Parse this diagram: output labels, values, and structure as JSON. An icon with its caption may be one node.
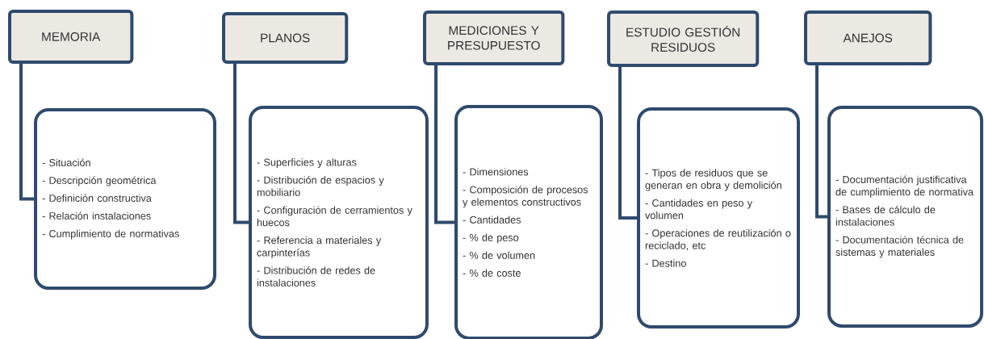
{
  "diagram": {
    "nodes": [
      {
        "text": [
          "MEMORIA"
        ]
      },
      {
        "text": [
          "- Situación",
          "- Descripción geométrica",
          "- Definición constructiva",
          "- Relación instalaciones",
          "- Cumplimiento de normativas"
        ]
      },
      {
        "text": [
          "PLANOS"
        ]
      },
      {
        "text": [
          "- Superficies y alturas",
          "- Distribución de espacios y mobiliario",
          "- Configuración de cerramientos y huecos",
          "- Referencia a materiales y carpinterías",
          "- Distribución de redes de instalaciones"
        ]
      },
      {
        "text": [
          "MEDICIONES Y PRESUPUESTO"
        ]
      },
      {
        "text": [
          "- Dimensiones",
          "- Composición de procesos y elementos constructivos",
          "- Cantidades",
          "- % de peso",
          "- % de volumen",
          "- % de coste"
        ]
      },
      {
        "text": [
          "ESTUDIO GESTIÓN RESIDUOS"
        ]
      },
      {
        "text": [
          "- Tipos de residuos que se generan en obra y demolición",
          "- Cantidades en peso y volumen",
          "- Operaciones de reutilización o reciclado, etc",
          "- Destino"
        ]
      },
      {
        "text": [
          "ANEJOS"
        ]
      },
      {
        "text": [
          "- Documentación justificativa de cumplimiento de normativa",
          "- Bases de cálculo de instalaciones",
          "- Documentación técnica de sistemas y materiales"
        ]
      }
    ],
    "edges": [
      {
        "from": 0,
        "to": 1,
        "arrow": "none"
      },
      {
        "from": 2,
        "to": 3,
        "arrow": "none"
      },
      {
        "from": 4,
        "to": 5,
        "arrow": "none"
      },
      {
        "from": 6,
        "to": 7,
        "arrow": "none"
      },
      {
        "from": 8,
        "to": 9,
        "arrow": "none"
      }
    ]
  }
}
